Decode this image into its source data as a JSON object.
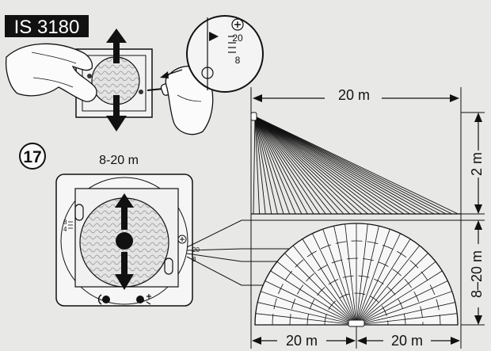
{
  "model_badge": "IS 3180",
  "figure_number": "17",
  "range_caption": "8-20 m",
  "switch_scale": {
    "top": "20",
    "bottom": "8"
  },
  "device_scale": {
    "top": "8",
    "bottom": "4"
  },
  "side_view": {
    "width_label": "20 m",
    "height_label": "2 m"
  },
  "top_view": {
    "depth_label": "8–20 m",
    "left_width_label": "20 m",
    "right_width_label": "20 m"
  },
  "button_icons": [
    "moon-half-icon",
    "sun-plus-icon"
  ],
  "colors": {
    "background": "#e8e8e6",
    "line": "#111111",
    "lens": "#d8d8d8",
    "badge": "#111111"
  }
}
